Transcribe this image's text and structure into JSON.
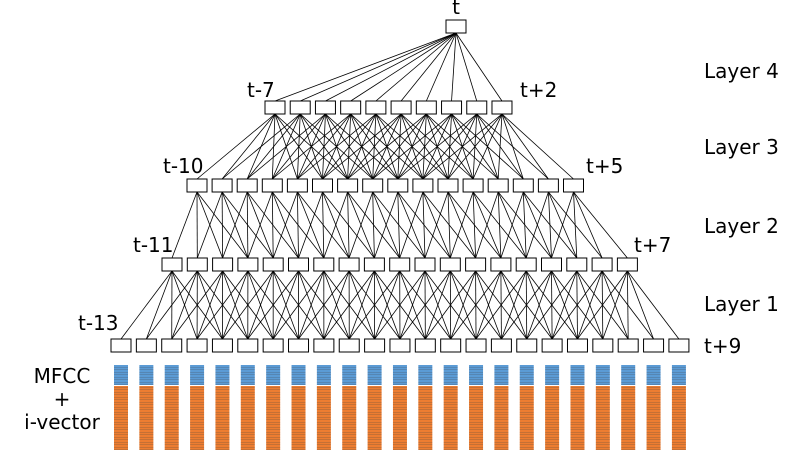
{
  "diagram": {
    "output_label": "t",
    "layer_labels": [
      "Layer 4",
      "Layer 3",
      "Layer 2",
      "Layer 1"
    ],
    "input_label_lines": [
      "MFCC",
      "+",
      "i-vector"
    ],
    "tiers": [
      {
        "name": "output",
        "count": 1,
        "left_label": "",
        "right_label": ""
      },
      {
        "name": "layer3",
        "count": 10,
        "left_label": "t-7",
        "right_label": "t+2"
      },
      {
        "name": "layer2",
        "count": 16,
        "left_label": "t-10",
        "right_label": "t+5"
      },
      {
        "name": "layer1",
        "count": 19,
        "left_label": "t-11",
        "right_label": "t+7"
      },
      {
        "name": "input",
        "count": 23,
        "left_label": "t-13",
        "right_label": "t+9"
      }
    ],
    "connections": [
      {
        "from": "layer3",
        "to": "output",
        "offsets": [
          0,
          1,
          2,
          3,
          4,
          5,
          6,
          7,
          8,
          9
        ]
      },
      {
        "from": "layer2",
        "to": "layer3",
        "offsets": [
          0,
          1,
          2,
          3,
          4,
          5,
          6
        ]
      },
      {
        "from": "layer1",
        "to": "layer2",
        "offsets": [
          0,
          1,
          2,
          3
        ]
      },
      {
        "from": "input",
        "to": "layer1",
        "offsets": [
          0,
          1,
          2,
          3,
          4
        ]
      }
    ],
    "feature_columns": 23,
    "colors": {
      "mfcc": "#5b9bd5",
      "ivector": "#ed7d31",
      "feature_line": "#404040",
      "stroke": "#000000"
    }
  }
}
